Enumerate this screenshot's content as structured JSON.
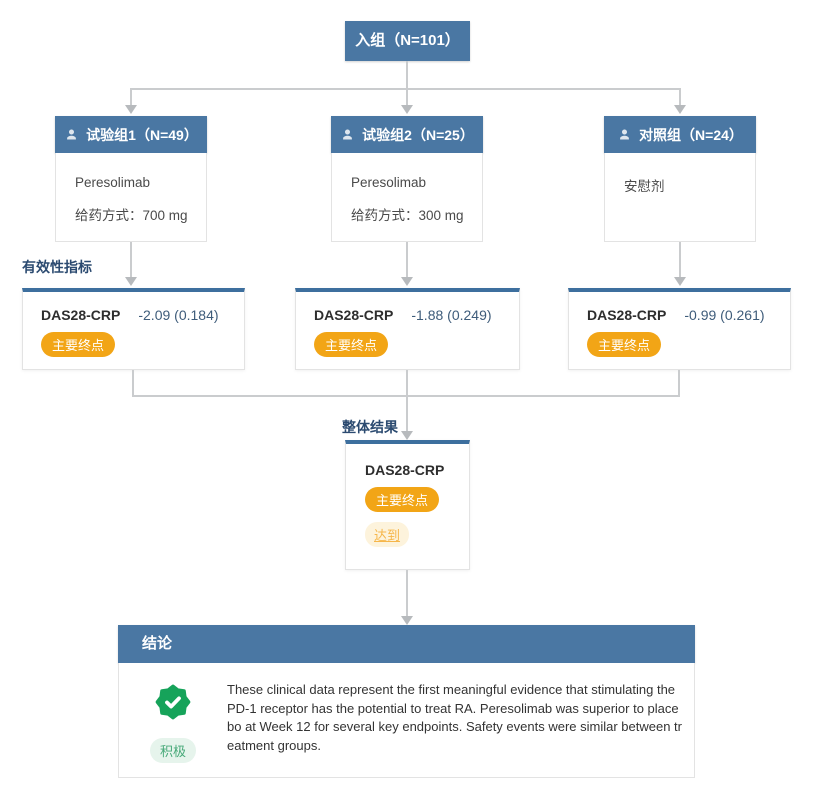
{
  "colors": {
    "header_blue": "#4a77a3",
    "accent_blue": "#3d6f9e",
    "label_navy": "#2b4a70",
    "value_blue": "#3e5c7a",
    "badge_orange": "#f2a516",
    "badge_met_bg": "#fdf3dc",
    "badge_met_text": "#f6b64a",
    "green": "#16a35a",
    "green_pill_bg": "#e6f4ec",
    "green_pill_text": "#45a877",
    "connector_gray": "#caccce"
  },
  "enrollment": {
    "label": "入组（N=101）"
  },
  "groups": [
    {
      "icon": "user-icon",
      "title": "试验组1（N=49）",
      "drug": "Peresolimab",
      "dose": "给药方式：700 mg",
      "endpoint": {
        "name": "DAS28-CRP",
        "value": "-2.09 (0.184)",
        "badge": "主要终点"
      }
    },
    {
      "icon": "user-icon",
      "title": "试验组2（N=25）",
      "drug": "Peresolimab",
      "dose": "给药方式：300 mg",
      "endpoint": {
        "name": "DAS28-CRP",
        "value": "-1.88 (0.249)",
        "badge": "主要终点"
      }
    },
    {
      "icon": "user-icon",
      "title": "对照组（N=24）",
      "drug": "安慰剂",
      "dose": "",
      "endpoint": {
        "name": "DAS28-CRP",
        "value": "-0.99 (0.261)",
        "badge": "主要终点"
      }
    }
  ],
  "sections": {
    "efficacy_label": "有效性指标",
    "overall_label": "整体结果"
  },
  "overall": {
    "name": "DAS28-CRP",
    "primary_badge": "主要终点",
    "met_badge": "达到"
  },
  "conclusion": {
    "title": "结论",
    "sentiment_icon": "verified-badge-icon",
    "sentiment": "积极",
    "text": "These clinical data represent the first meaningful evidence that stimulating the PD-1 receptor has the potential to treat RA. Peresolimab was superior to placebo at Week 12 for several key endpoints. Safety events were similar between treatment groups."
  }
}
